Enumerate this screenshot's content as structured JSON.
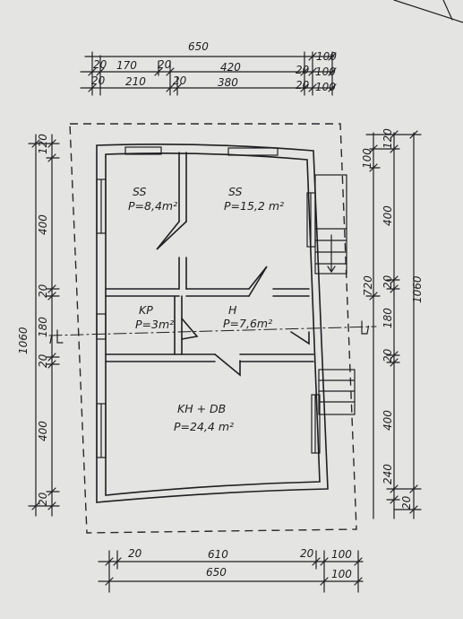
{
  "plan": {
    "top_dims": {
      "overall": "650",
      "row1": [
        "20",
        "170",
        "20",
        "420",
        "20",
        "100"
      ],
      "row2": [
        "20",
        "210",
        "20",
        "380",
        "20",
        "100"
      ],
      "row1_end": "100"
    },
    "bottom_dims": {
      "row1": [
        "20",
        "610",
        "20",
        "100"
      ],
      "overall": "650",
      "overall_end": "100"
    },
    "left_dims": {
      "total": "1060",
      "segments": [
        "120",
        "400",
        "20",
        "180",
        "20",
        "400",
        "20"
      ]
    },
    "right_dims": {
      "total": "1060",
      "inner": "720",
      "segments": [
        "120",
        "100",
        "400",
        "20",
        "180",
        "20",
        "400",
        "240",
        "20"
      ]
    },
    "rooms": {
      "ss_small": {
        "name": "SS",
        "area": "P=8,4m²"
      },
      "ss_large": {
        "name": "SS",
        "area": "P=15,2 m²"
      },
      "kp": {
        "name": "KP",
        "area": "P=3m²"
      },
      "hall": {
        "name": "H",
        "area": "P=7,6m²"
      },
      "kitchen": {
        "name": "KH + DB",
        "area": "P=24,4 m²"
      }
    },
    "section_mark": "I"
  }
}
